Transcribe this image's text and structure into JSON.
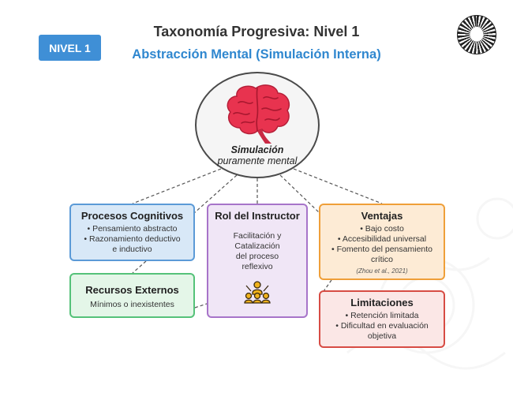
{
  "header": {
    "badge": "NIVEL 1",
    "title": "Taxonomía Progresiva: Nivel 1",
    "subtitle": "Abstracción Mental (Simulación Interna)"
  },
  "center": {
    "caption_bold": "Simulación",
    "caption_italic": "puramente mental"
  },
  "cards": {
    "procesos": {
      "title": "Procesos Cognitivos",
      "items": [
        "• Pensamiento abstracto",
        "• Razonamiento deductivo",
        "e inductivo"
      ]
    },
    "recursos": {
      "title": "Recursos Externos",
      "items": [
        "Mínimos o inexistentes"
      ]
    },
    "rol": {
      "title": "Rol del Instructor",
      "items": [
        "Facilitación y",
        "Catalización",
        "del proceso",
        "reflexivo"
      ]
    },
    "ventajas": {
      "title": "Ventajas",
      "items": [
        "• Bajo costo",
        "• Accesibilidad universal",
        "• Fomento del pensamiento",
        "crítico"
      ],
      "citation": "(Zhou et al., 2021)"
    },
    "limitaciones": {
      "title": "Limitaciones",
      "items": [
        "• Retención limitada",
        "• Dificultad en evaluación",
        "objetiva"
      ]
    }
  },
  "colors": {
    "badge": "#3f8fd6",
    "subtitle": "#2f87cf",
    "brain": "#e8334f",
    "procesos_border": "#5b9ad7",
    "recursos_border": "#55c279",
    "rol_border": "#a774c9",
    "ventajas_border": "#ef9f39",
    "limitaciones_border": "#d74c44",
    "people_icon": "#f0b21c"
  },
  "icons": {
    "center": "brain-icon",
    "instructor": "group-people-icon",
    "logo": "ornamental-seal-logo"
  }
}
